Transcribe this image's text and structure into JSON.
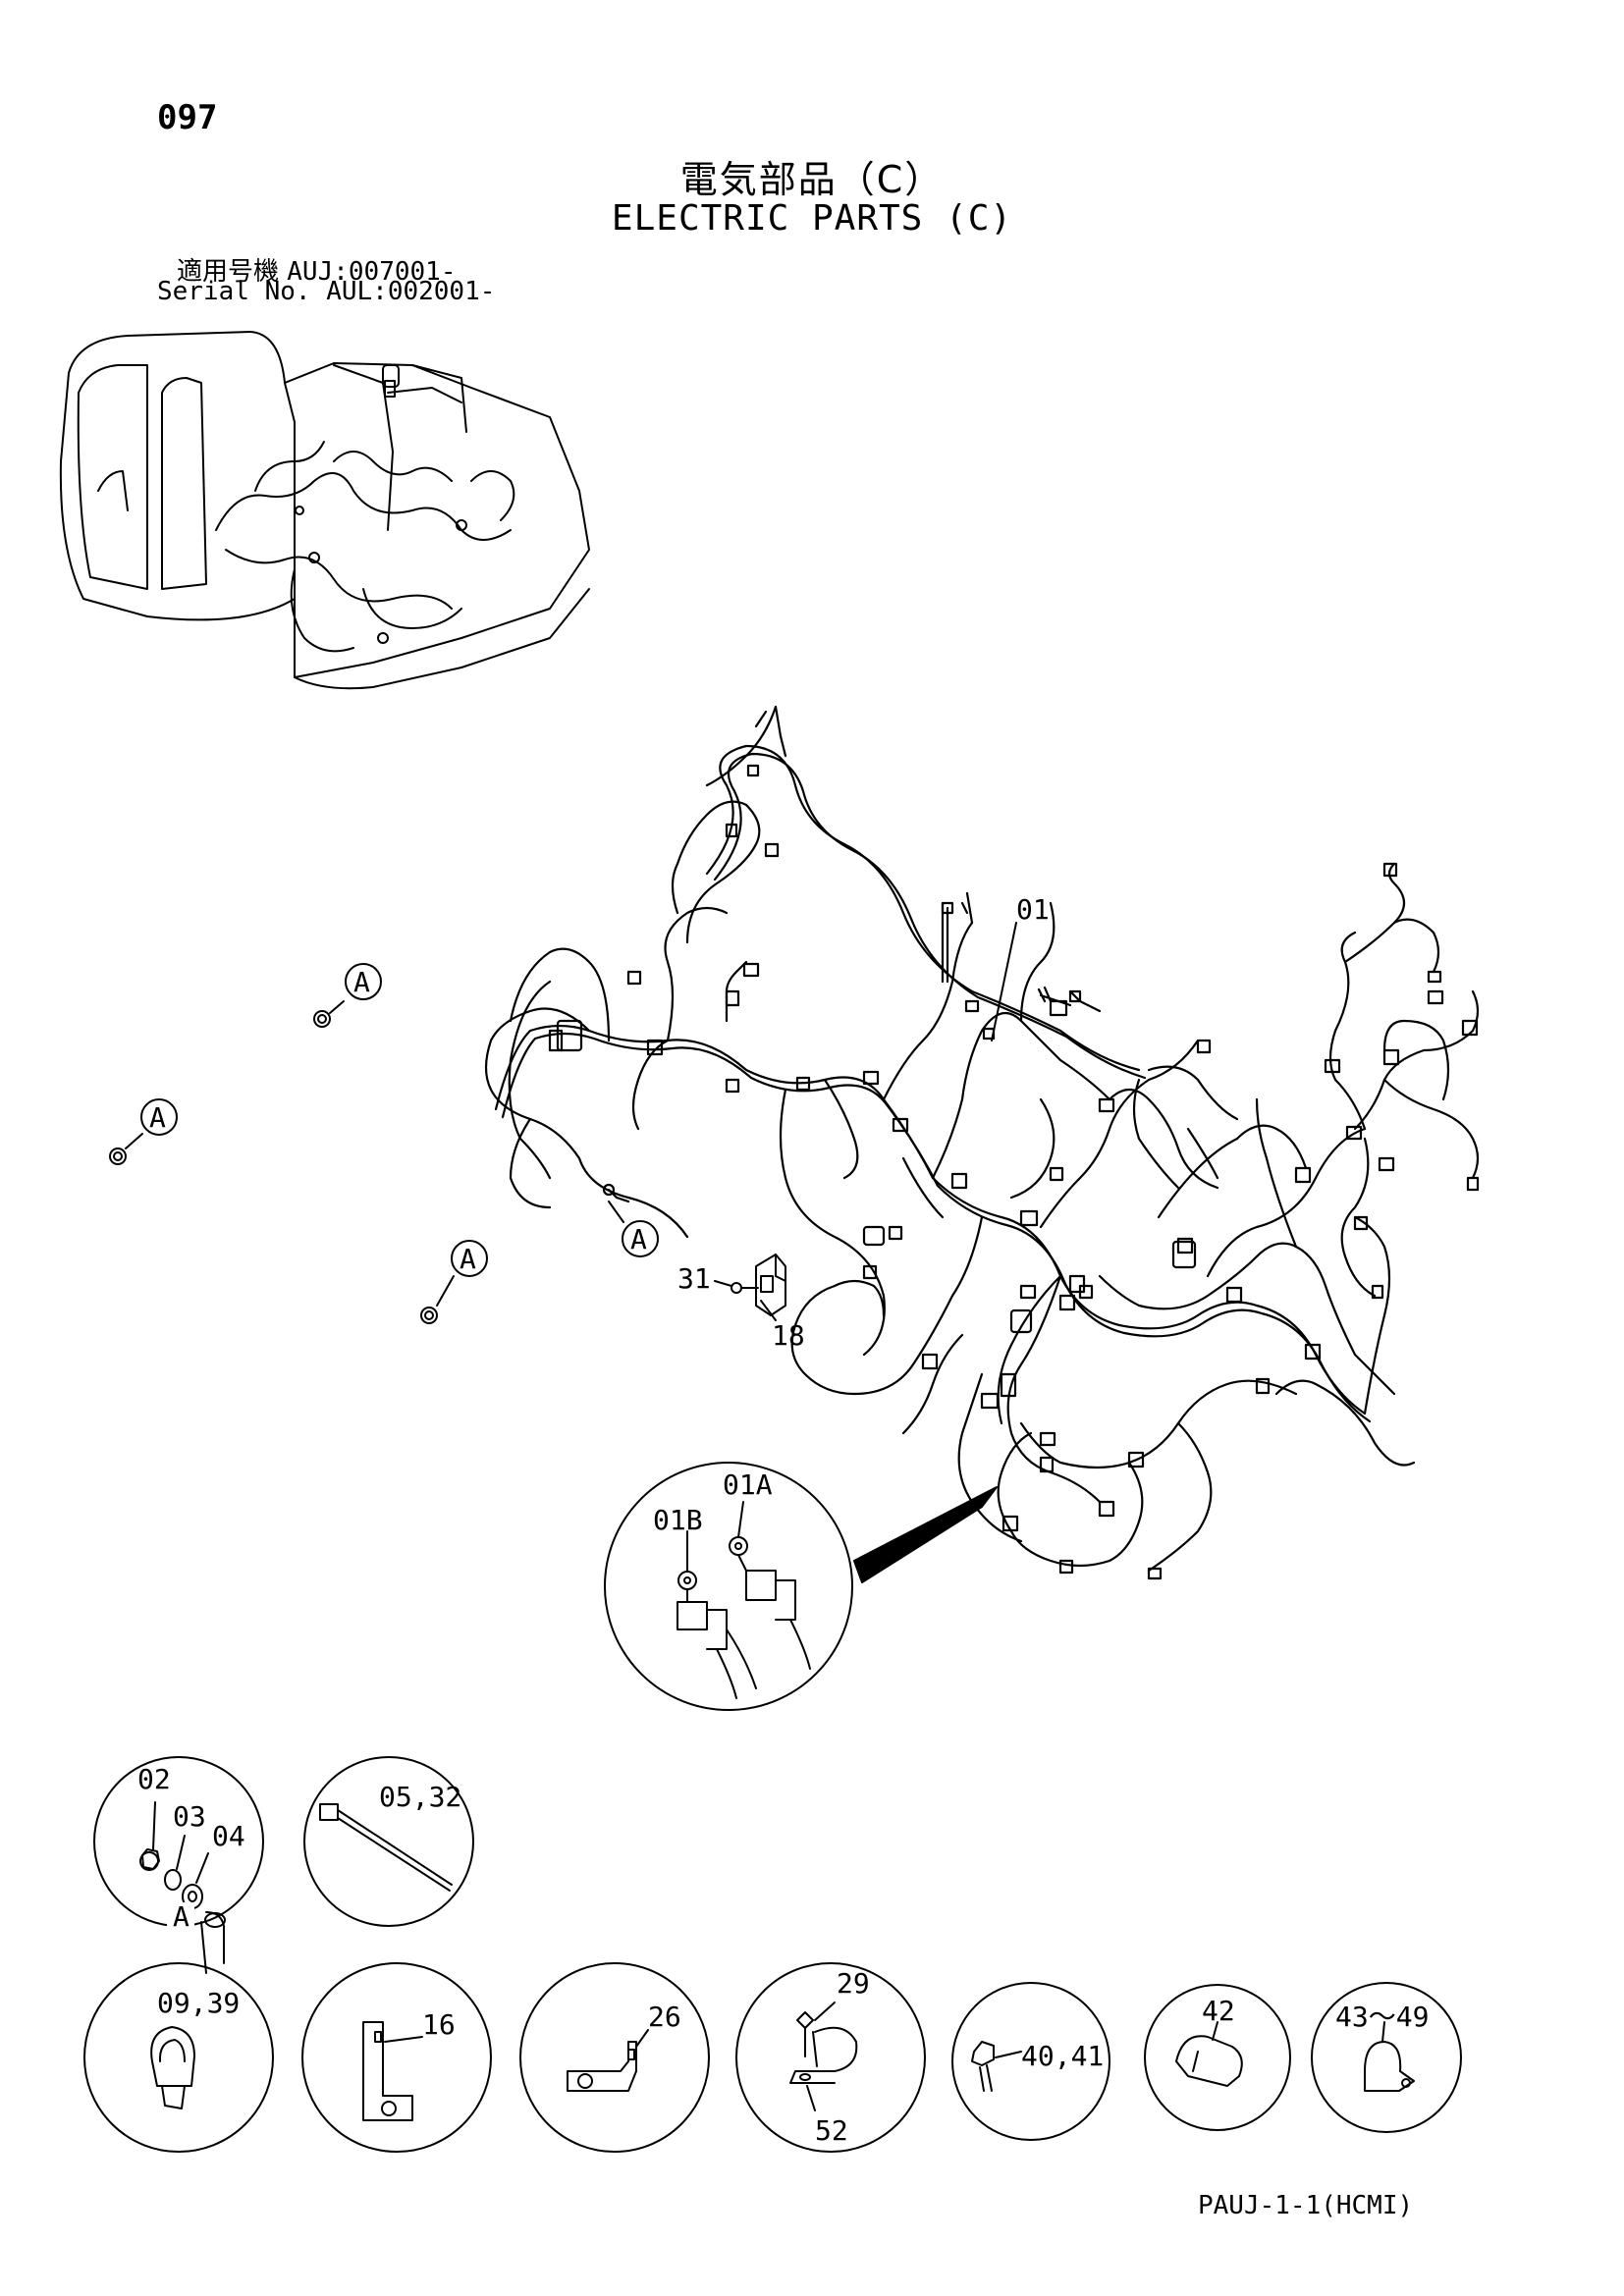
{
  "page_number": "097",
  "title_jp": "電気部品（C）",
  "title_en": "ELECTRIC PARTS (C)",
  "serial": {
    "jp_label": "適用号機",
    "jp_value": "AUJ:007001-",
    "en_label": "Serial No.",
    "en_value": "AUL:002001-"
  },
  "callouts": {
    "main_harness": "01",
    "detail_01a": "01A",
    "detail_01b": "01B",
    "bolt": "31",
    "bracket": "18",
    "ref_a": "A"
  },
  "parts": {
    "nut_set": [
      "02",
      "03",
      "04"
    ],
    "nut_set_ref": "A",
    "tie": "05,32",
    "clip": "09,39",
    "plate_16": "16",
    "plate_26": "26",
    "clamp_29": "29",
    "clamp_52": "52",
    "bolt_40": "40,41",
    "clamp_42": "42",
    "clamp_43": "43～49"
  },
  "footer_code": "PAUJ-1-1(HCMI)"
}
